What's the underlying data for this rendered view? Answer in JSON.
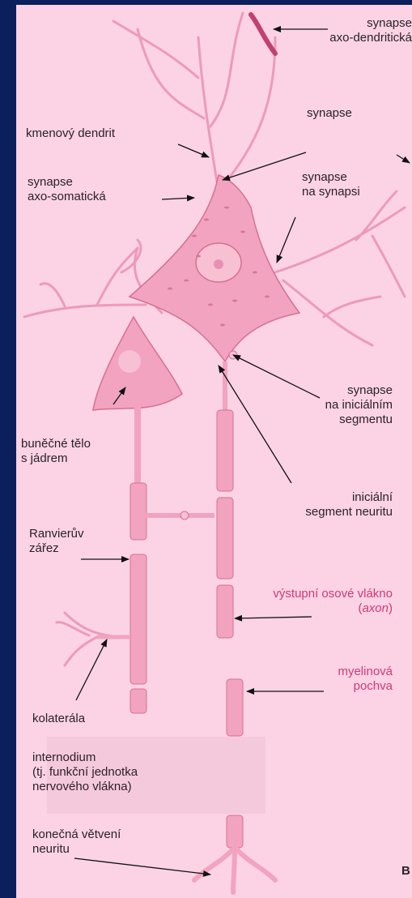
{
  "labels": {
    "syn_axo_dend_1": "synapse",
    "syn_axo_dend_2": "axo-dendritická",
    "kmenovy_dendrit": "kmenový dendrit",
    "synapse_top": "synapse",
    "syn_axo_som_1": "synapse",
    "syn_axo_som_2": "axo-somatická",
    "syn_na_syn_1": "synapse",
    "syn_na_syn_2": "na synapsi",
    "syn_inic_1": "synapse",
    "syn_inic_2": "na iniciálním",
    "syn_inic_3": "segmentu",
    "telo_1": "buněčné tělo",
    "telo_2": "s jádrem",
    "inic_seg_1": "iniciální",
    "inic_seg_2": "segment neuritu",
    "ranvier_1": "Ranvierův",
    "ranvier_2": "zářez",
    "axon_1": "výstupní osové vlákno",
    "axon_2a": "(",
    "axon_2b": "axon",
    "axon_2c": ")",
    "myelin_1": "myelinová",
    "myelin_2": "pochva",
    "kolaterala": "kolaterála",
    "intern_1": "internodium",
    "intern_2": "(tj. funkční jednotka",
    "intern_3": "nervového vlákna)",
    "konecna_1": "konečná větvení",
    "konecna_2": "neuritu",
    "corner": "B"
  },
  "colors": {
    "background": "#0a1f5c",
    "panel": "#fbd3e4",
    "neuron": "#f2a3c0",
    "neuron_dark": "#d8708f",
    "red_text": "#d0387a"
  }
}
